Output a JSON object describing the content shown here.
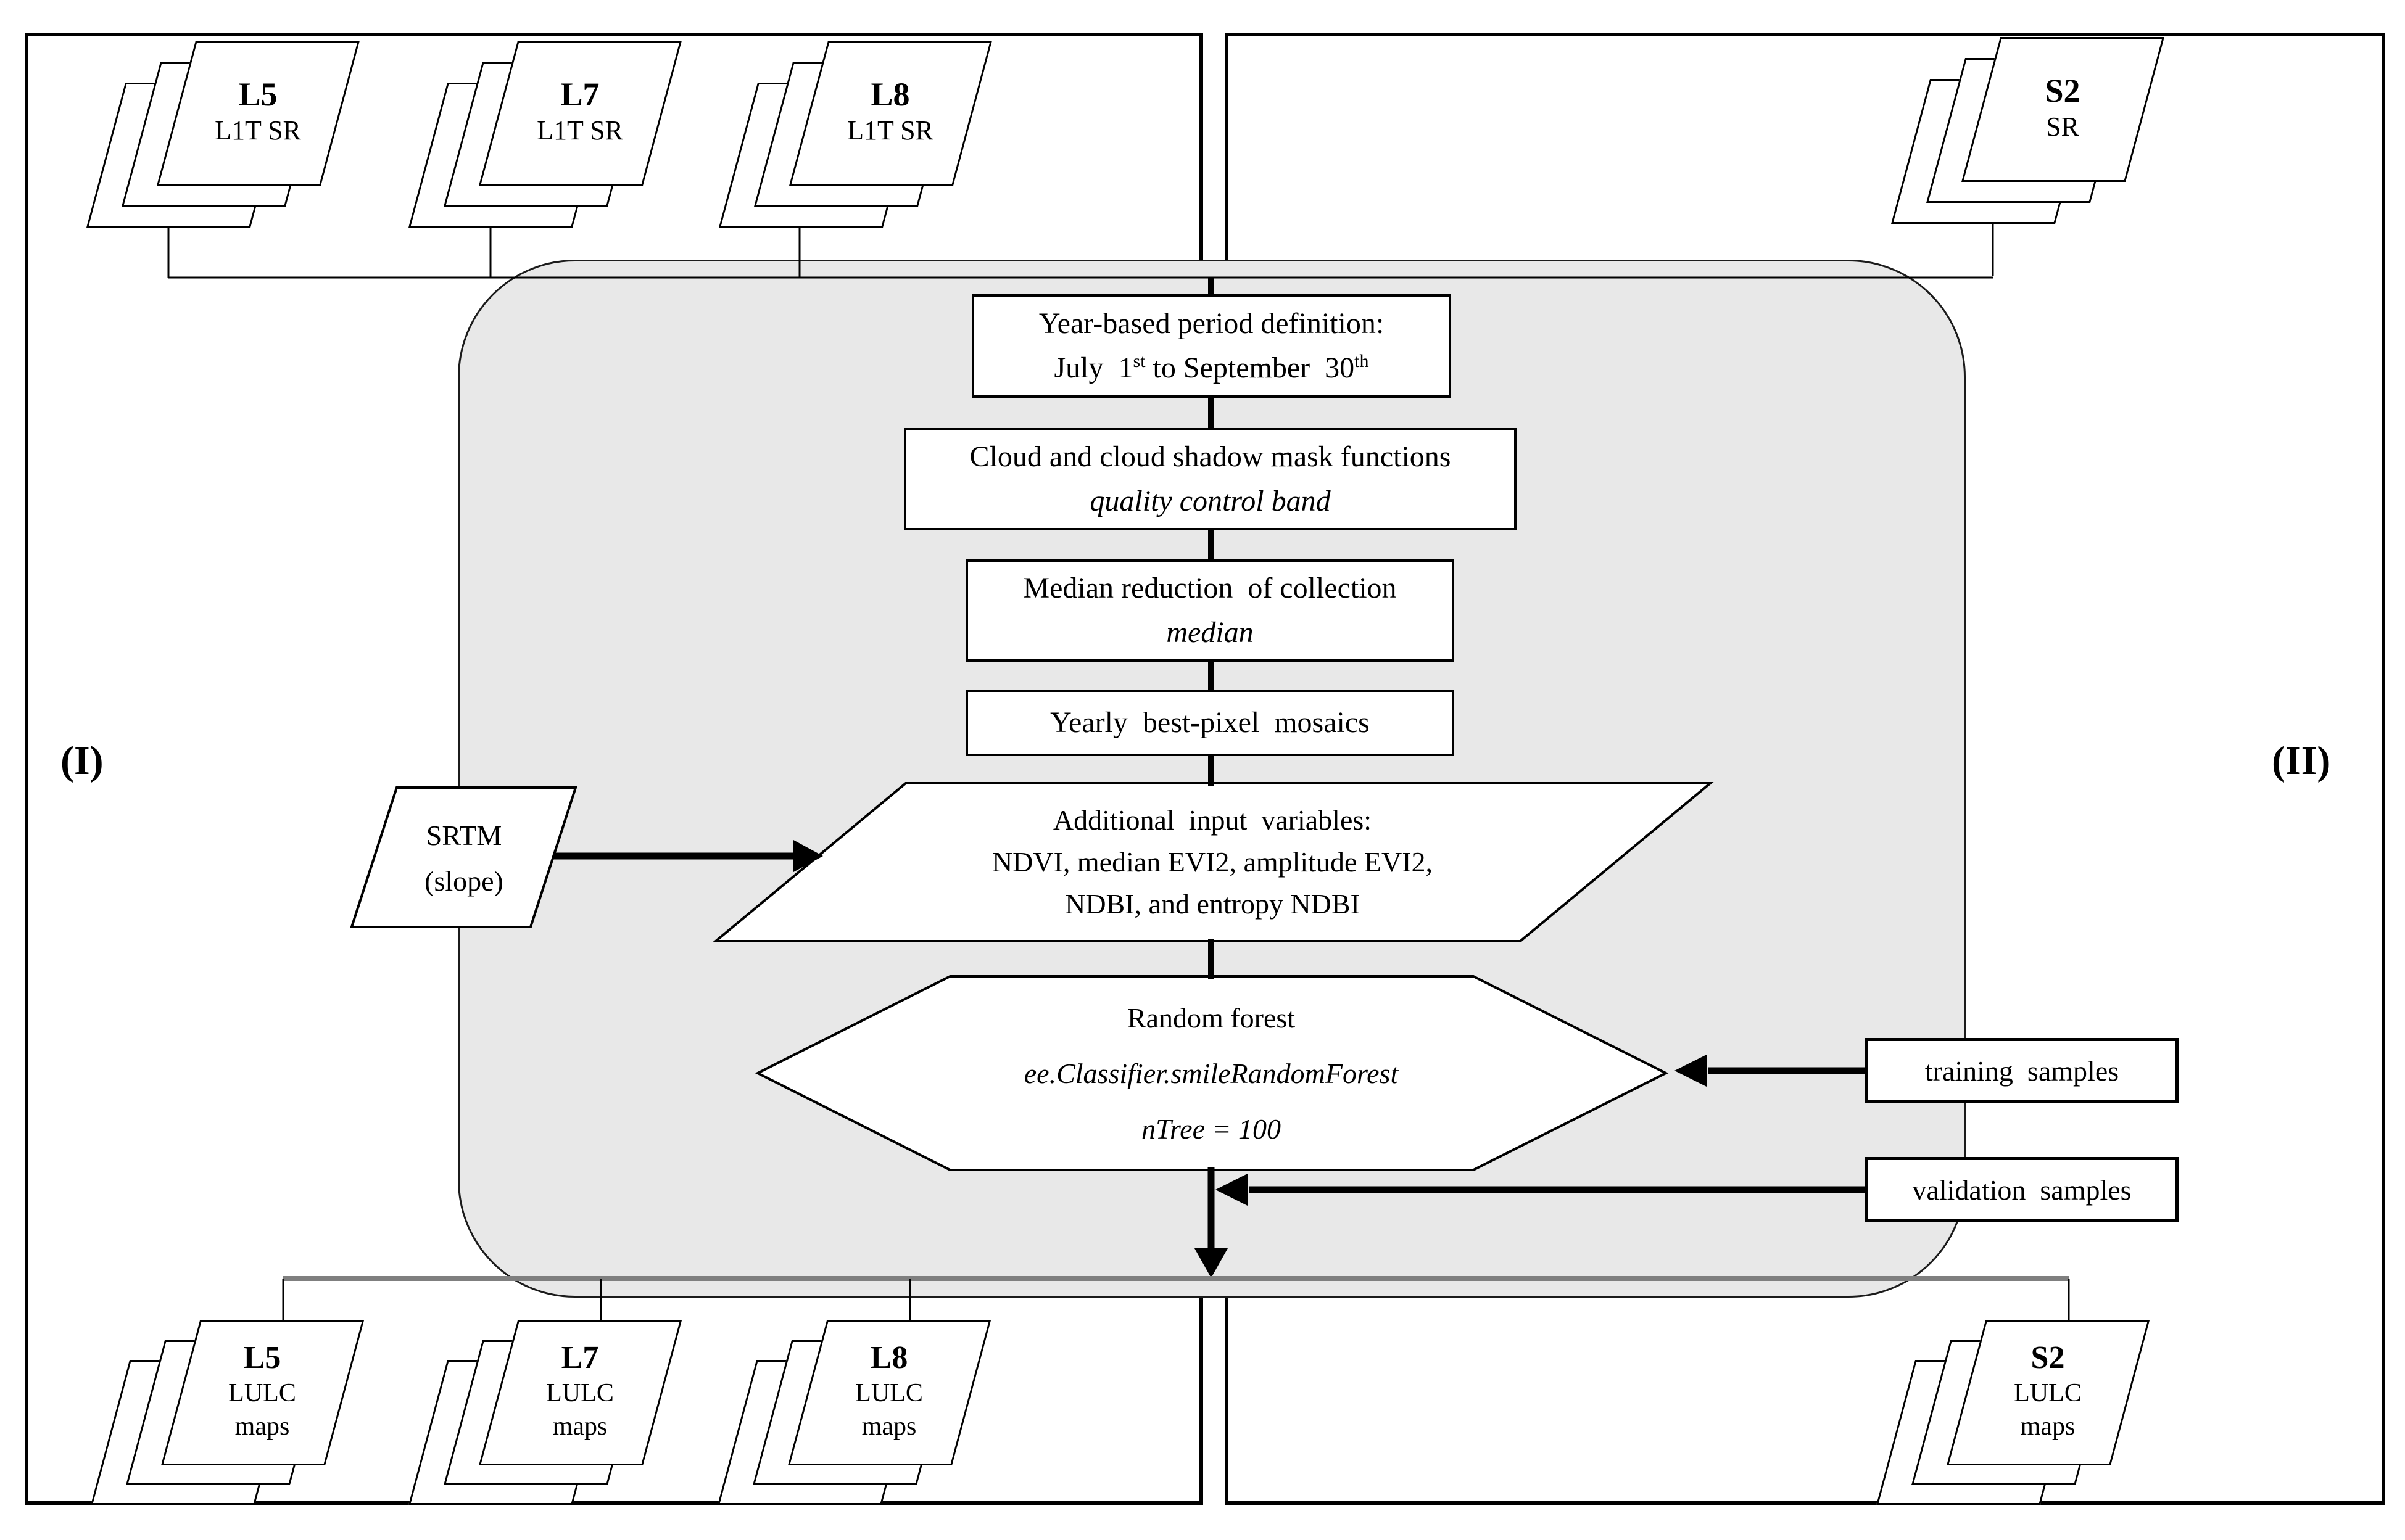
{
  "panels": {
    "left_label": "(I)",
    "right_label": "(II)"
  },
  "top_stacks": [
    {
      "id": "l5",
      "title": "L5",
      "subtitle": "L1T SR"
    },
    {
      "id": "l7",
      "title": "L7",
      "subtitle": "L1T SR"
    },
    {
      "id": "l8",
      "title": "L8",
      "subtitle": "L1T SR"
    },
    {
      "id": "s2",
      "title": "S2",
      "subtitle": "SR"
    }
  ],
  "bottom_stacks": [
    {
      "id": "l5",
      "title": "L5",
      "line2": "LULC",
      "line3": "maps"
    },
    {
      "id": "l7",
      "title": "L7",
      "line2": "LULC",
      "line3": "maps"
    },
    {
      "id": "l8",
      "title": "L8",
      "line2": "LULC",
      "line3": "maps"
    },
    {
      "id": "s2",
      "title": "S2",
      "line2": "LULC",
      "line3": "maps"
    }
  ],
  "process": {
    "period": {
      "line1": "Year-based period definition:",
      "line2_pre": "July  1",
      "line2_sup1": "st",
      "line2_mid": " to September  30",
      "line2_sup2": "th"
    },
    "cloud_mask": {
      "line1": "Cloud and cloud shadow mask functions",
      "line2": "quality control band"
    },
    "median": {
      "line1": "Median reduction  of collection",
      "line2": "median"
    },
    "mosaics": {
      "line1": "Yearly  best-pixel  mosaics"
    },
    "variables": {
      "line1": "Additional  input  variables:",
      "line2": "NDVI, median EVI2, amplitude EVI2,",
      "line3": "NDBI, and entropy NDBI"
    },
    "srtm": {
      "line1": "SRTM",
      "line2": "(slope)"
    },
    "random_forest": {
      "line1": "Random forest",
      "line2": "ee.Classifier.smileRandomForest",
      "line3": "nTree = 100"
    },
    "training": {
      "label": "training  samples"
    },
    "validation": {
      "label": "validation  samples"
    }
  },
  "colors": {
    "region_fill": "#e8e8e8",
    "outline": "#000000",
    "gray_connector": "#7f7f7f"
  }
}
